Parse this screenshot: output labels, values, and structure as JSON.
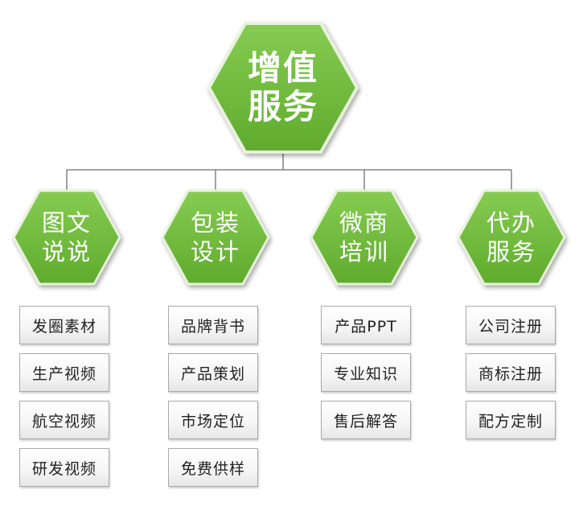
{
  "colors": {
    "hex_fill_light": "#7ec84a",
    "hex_fill_dark": "#5aa828",
    "hex_border": "#e8f3dc",
    "connector": "#6f6f6f",
    "item_border": "#a9a9a9"
  },
  "root": {
    "lines": [
      "增值",
      "服务"
    ]
  },
  "categories": [
    {
      "lines": [
        "图文",
        "说说"
      ],
      "items": [
        "发圈素材",
        "生产视频",
        "航空视频",
        "研发视频"
      ]
    },
    {
      "lines": [
        "包装",
        "设计"
      ],
      "items": [
        "品牌背书",
        "产品策划",
        "市场定位",
        "免费供样"
      ]
    },
    {
      "lines": [
        "微商",
        "培训"
      ],
      "items": [
        "产品PPT",
        "专业知识",
        "售后解答"
      ]
    },
    {
      "lines": [
        "代办",
        "服务"
      ],
      "items": [
        "公司注册",
        "商标注册",
        "配方定制"
      ]
    }
  ]
}
